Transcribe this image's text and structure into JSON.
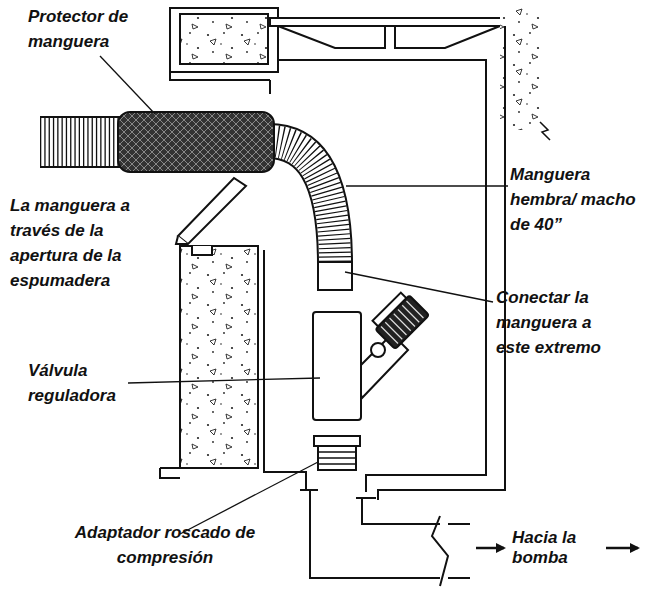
{
  "diagram": {
    "labels": [
      "Protector de manguera",
      "La manguera a través de la apertura de la espumadera",
      "Manguera hembra/ macho de 40”",
      "Conectar la manguera a este extremo",
      "Válvula reguladora",
      "Adaptador roscado de compresión",
      "Hacia la bomba"
    ]
  }
}
